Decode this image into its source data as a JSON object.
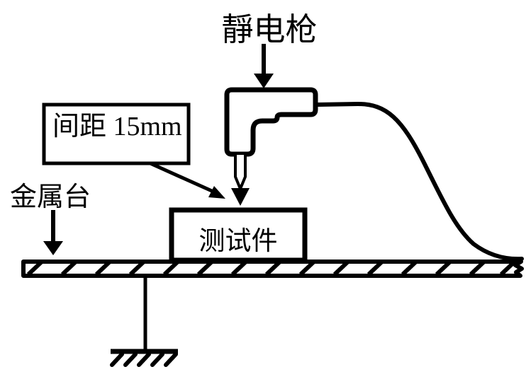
{
  "labels": {
    "static_gun": "靜电枪",
    "gap": "间距 15mm",
    "metal_table": "金属台",
    "test_piece": "测试件"
  },
  "colors": {
    "line": "#000000",
    "background": "#ffffff"
  }
}
